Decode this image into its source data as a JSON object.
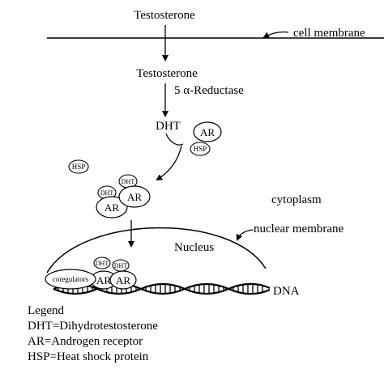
{
  "labels": {
    "testosterone_top": "Testosterone",
    "cell_membrane": "cell membrane",
    "testosterone_mid": "Testosterone",
    "reductase": "5 α-Reductase",
    "dht": "DHT",
    "cytoplasm": "cytoplasm",
    "nuclear_membrane": "nuclear membrane",
    "nucleus": "Nucleus",
    "dna": "DNA"
  },
  "molecules": {
    "ar": "AR",
    "hsp": "HSP",
    "dht": "DHT",
    "coregulators": "coregulators"
  },
  "legend": {
    "title": "Legend",
    "items": [
      "DHT=Dihydrotestosterone",
      "AR=Androgen receptor",
      "HSP=Heat shock protein"
    ]
  },
  "colors": {
    "ink": "#000000",
    "fill": "#ffffff"
  }
}
